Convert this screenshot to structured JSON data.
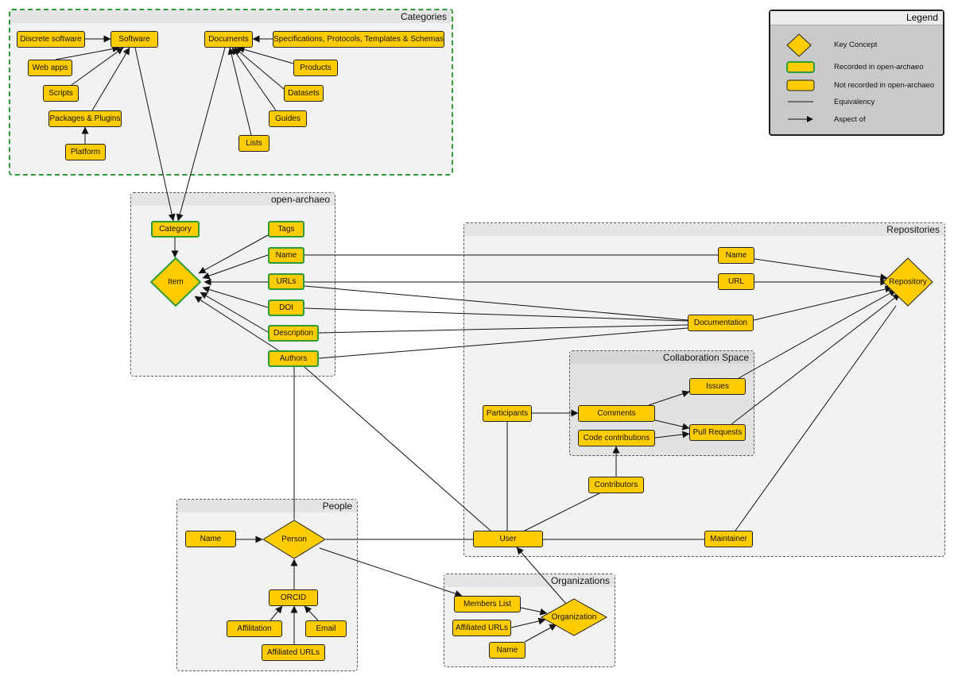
{
  "groups": {
    "categories": "Categories",
    "open_archaeo": "open-archaeo",
    "repositories": "Repositories",
    "collaboration": "Collaboration Space",
    "people": "People",
    "organizations": "Organizations"
  },
  "legend": {
    "title": "Legend",
    "key_concept": "Key Concept",
    "recorded": "Recorded in open-archaeo",
    "not_recorded": "Not recorded in open-archaeo",
    "equivalency": "Equivalency",
    "aspect_of": "Aspect of"
  },
  "colors": {
    "node_fill": "#ffcc00",
    "recorded_border": "#2f9a3a",
    "edge": "#111111"
  },
  "nodes": {
    "discrete_software": "Discrete software",
    "software": "Software",
    "web_apps": "Web apps",
    "scripts": "Scripts",
    "packages_plugins": "Packages & Plugins",
    "platform": "Platform",
    "documents": "Documents",
    "specifications": "Specifications, Protocols, Templates & Schemas",
    "products": "Products",
    "datasets": "Datasets",
    "guides": "Guides",
    "lists": "Lists",
    "category": "Category",
    "tags": "Tags",
    "item": "Item",
    "oa_name": "Name",
    "oa_urls": "URLs",
    "doi": "DOI",
    "description": "Description",
    "authors": "Authors",
    "repo_name": "Name",
    "repo_url": "URL",
    "repository": "Repository",
    "documentation": "Documentation",
    "issues": "Issues",
    "participants": "Participants",
    "comments": "Comments",
    "pull_requests": "Pull Requests",
    "code_contributions": "Code contributions",
    "contributors": "Contributors",
    "user": "User",
    "maintainer": "Maintainer",
    "person_name": "Name",
    "person": "Person",
    "orcid": "ORCID",
    "affiliation": "Affilitation",
    "email": "Email",
    "person_urls": "Affiliated URLs",
    "members_list": "Members List",
    "organization": "Organization",
    "org_urls": "Affiliated URLs",
    "org_name": "Name"
  }
}
